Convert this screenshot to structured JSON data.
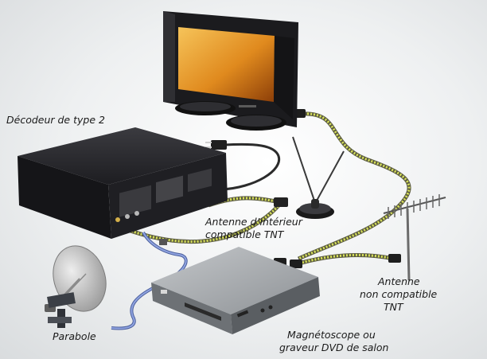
{
  "labels": {
    "decoder": "Décodeur de type 2",
    "indoor_antenna": [
      "Antenne d’intérieur",
      "compatible TNT"
    ],
    "outdoor_antenna": [
      "Antenne",
      "non compatible",
      "TNT"
    ],
    "recorder": [
      "Magnétoscope ou",
      "graveur DVD de salon"
    ],
    "dish": "Parabole"
  },
  "colors": {
    "hdmi_cable": "#d8e25a",
    "coax_cable": "#6f86c9",
    "power_cable": "#2b2b2b",
    "device_body": "#2a2a2e",
    "recorder_body": "#9a9ea2"
  }
}
